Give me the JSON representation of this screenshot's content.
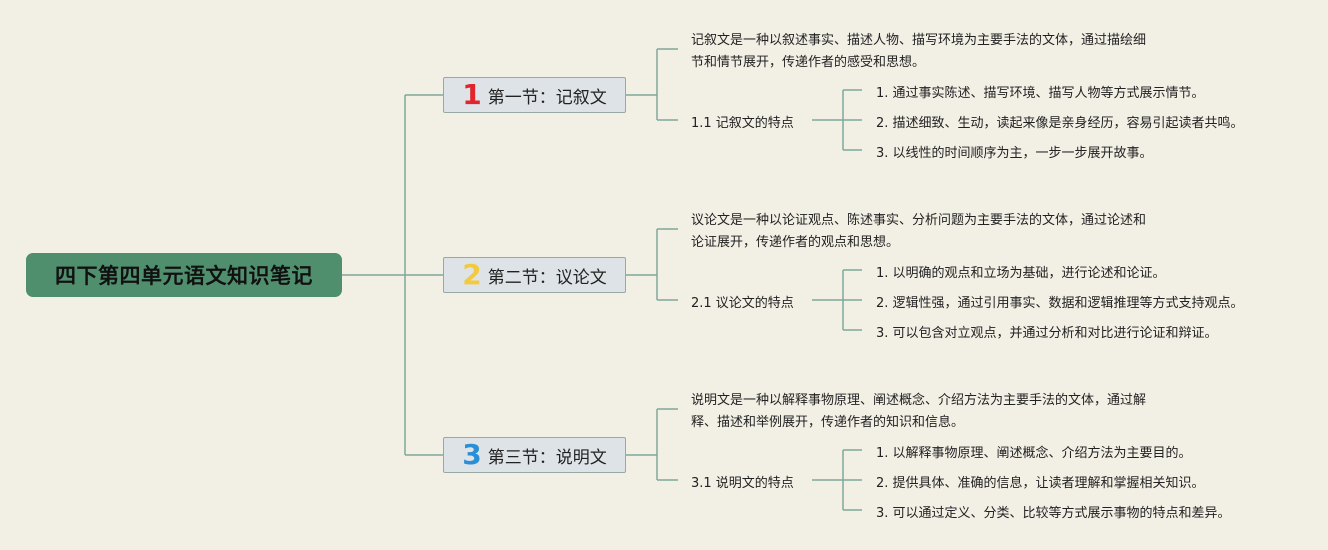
{
  "root": {
    "title": "四下第四单元语文知识笔记"
  },
  "sections": [
    {
      "number": "1",
      "number_color": "#e0252f",
      "title": "第一节：记叙文",
      "description_lines": [
        "记叙文是一种以叙述事实、描述人物、描写环境为主要手法的文体，通过描绘细",
        "节和情节展开，传递作者的感受和思想。"
      ],
      "feature_title": "1.1 记叙文的特点",
      "points": [
        "1. 通过事实陈述、描写环境、描写人物等方式展示情节。",
        "2. 描述细致、生动，读起来像是亲身经历，容易引起读者共鸣。",
        "3. 以线性的时间顺序为主，一步一步展开故事。"
      ]
    },
    {
      "number": "2",
      "number_color": "#f3c93d",
      "title": "第二节：议论文",
      "description_lines": [
        "议论文是一种以论证观点、陈述事实、分析问题为主要手法的文体，通过论述和",
        "论证展开，传递作者的观点和思想。"
      ],
      "feature_title": "2.1 议论文的特点",
      "points": [
        "1. 以明确的观点和立场为基础，进行论述和论证。",
        "2. 逻辑性强，通过引用事实、数据和逻辑推理等方式支持观点。",
        "3. 可以包含对立观点，并通过分析和对比进行论证和辩证。"
      ]
    },
    {
      "number": "3",
      "number_color": "#2a8fd6",
      "title": "第三节：说明文",
      "description_lines": [
        "说明文是一种以解释事物原理、阐述概念、介绍方法为主要手法的文体，通过解",
        "释、描述和举例展开，传递作者的知识和信息。"
      ],
      "feature_title": "3.1 说明文的特点",
      "points": [
        "1. 以解释事物原理、阐述概念、介绍方法为主要目的。",
        "2. 提供具体、准确的信息，让读者理解和掌握相关知识。",
        "3. 可以通过定义、分类、比较等方式展示事物的特点和差异。"
      ]
    }
  ],
  "colors": {
    "background": "#f2efe5",
    "root_fill": "#4f8f6e",
    "connector": "#7fa89a",
    "section_fill": "#dde3e6"
  }
}
